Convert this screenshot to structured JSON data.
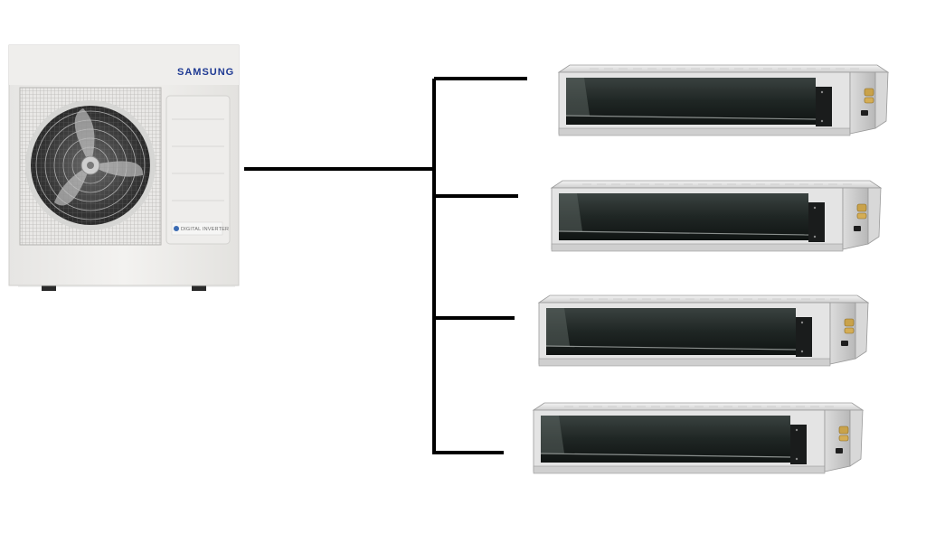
{
  "outdoor_unit": {
    "brand": "SAMSUNG",
    "badge": "DIGITAL INVERTER",
    "colors": {
      "body": "#efeeec",
      "brand": "#1f3a93",
      "grille": "#c8c8c6",
      "fan": "#3a3a3a",
      "feet": "#2a2a2a"
    }
  },
  "indoor_units": [
    {
      "id": "duct-unit-1"
    },
    {
      "id": "duct-unit-2"
    },
    {
      "id": "duct-unit-3"
    },
    {
      "id": "duct-unit-4"
    }
  ],
  "connection": {
    "line_color": "#000000",
    "branches": 4
  }
}
